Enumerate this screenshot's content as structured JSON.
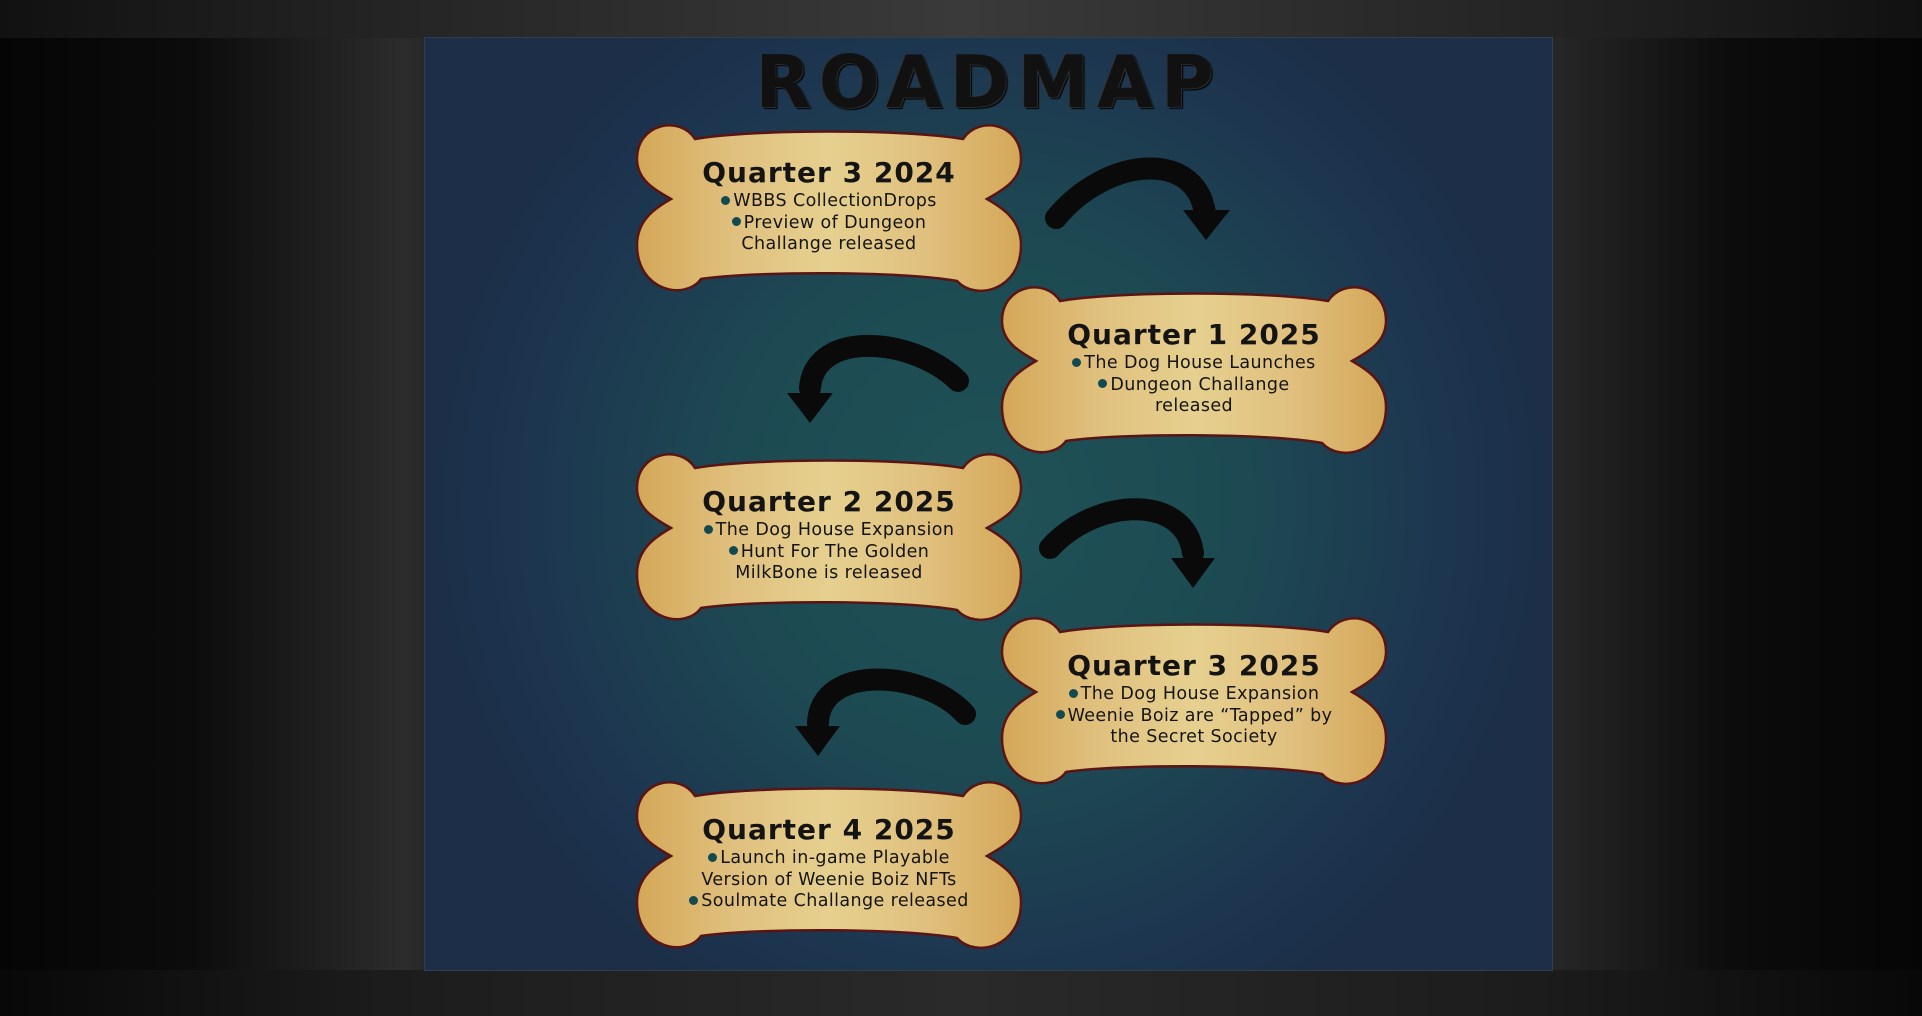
{
  "title": "ROADMAP",
  "milestones": [
    {
      "heading": "Quarter 3 2024",
      "items": [
        "WBBS CollectionDrops",
        "Preview of Dungeon Challange released"
      ]
    },
    {
      "heading": "Quarter 1 2025",
      "items": [
        "The Dog House Launches",
        "Dungeon Challange released"
      ]
    },
    {
      "heading": "Quarter 2 2025",
      "items": [
        "The Dog House Expansion",
        "Hunt For The Golden MilkBone is released"
      ]
    },
    {
      "heading": "Quarter 3 2025",
      "items": [
        "The Dog House Expansion",
        "Weenie Boiz are “Tapped” by the Secret Society"
      ]
    },
    {
      "heading": "Quarter 4 2025",
      "items": [
        "Launch in-game Playable Version of Weenie Boiz NFTs",
        "Soulmate Challange released"
      ]
    }
  ],
  "colors": {
    "bone_fill_light": "#e3c98a",
    "bone_fill_dark": "#d4a95f",
    "bone_outline": "#5a1414",
    "bullet": "#134a50",
    "arrow": "#0a0a0a"
  },
  "icons": {
    "connector": "curved-arrow-icon",
    "bullet": "bullet-dot-icon"
  }
}
